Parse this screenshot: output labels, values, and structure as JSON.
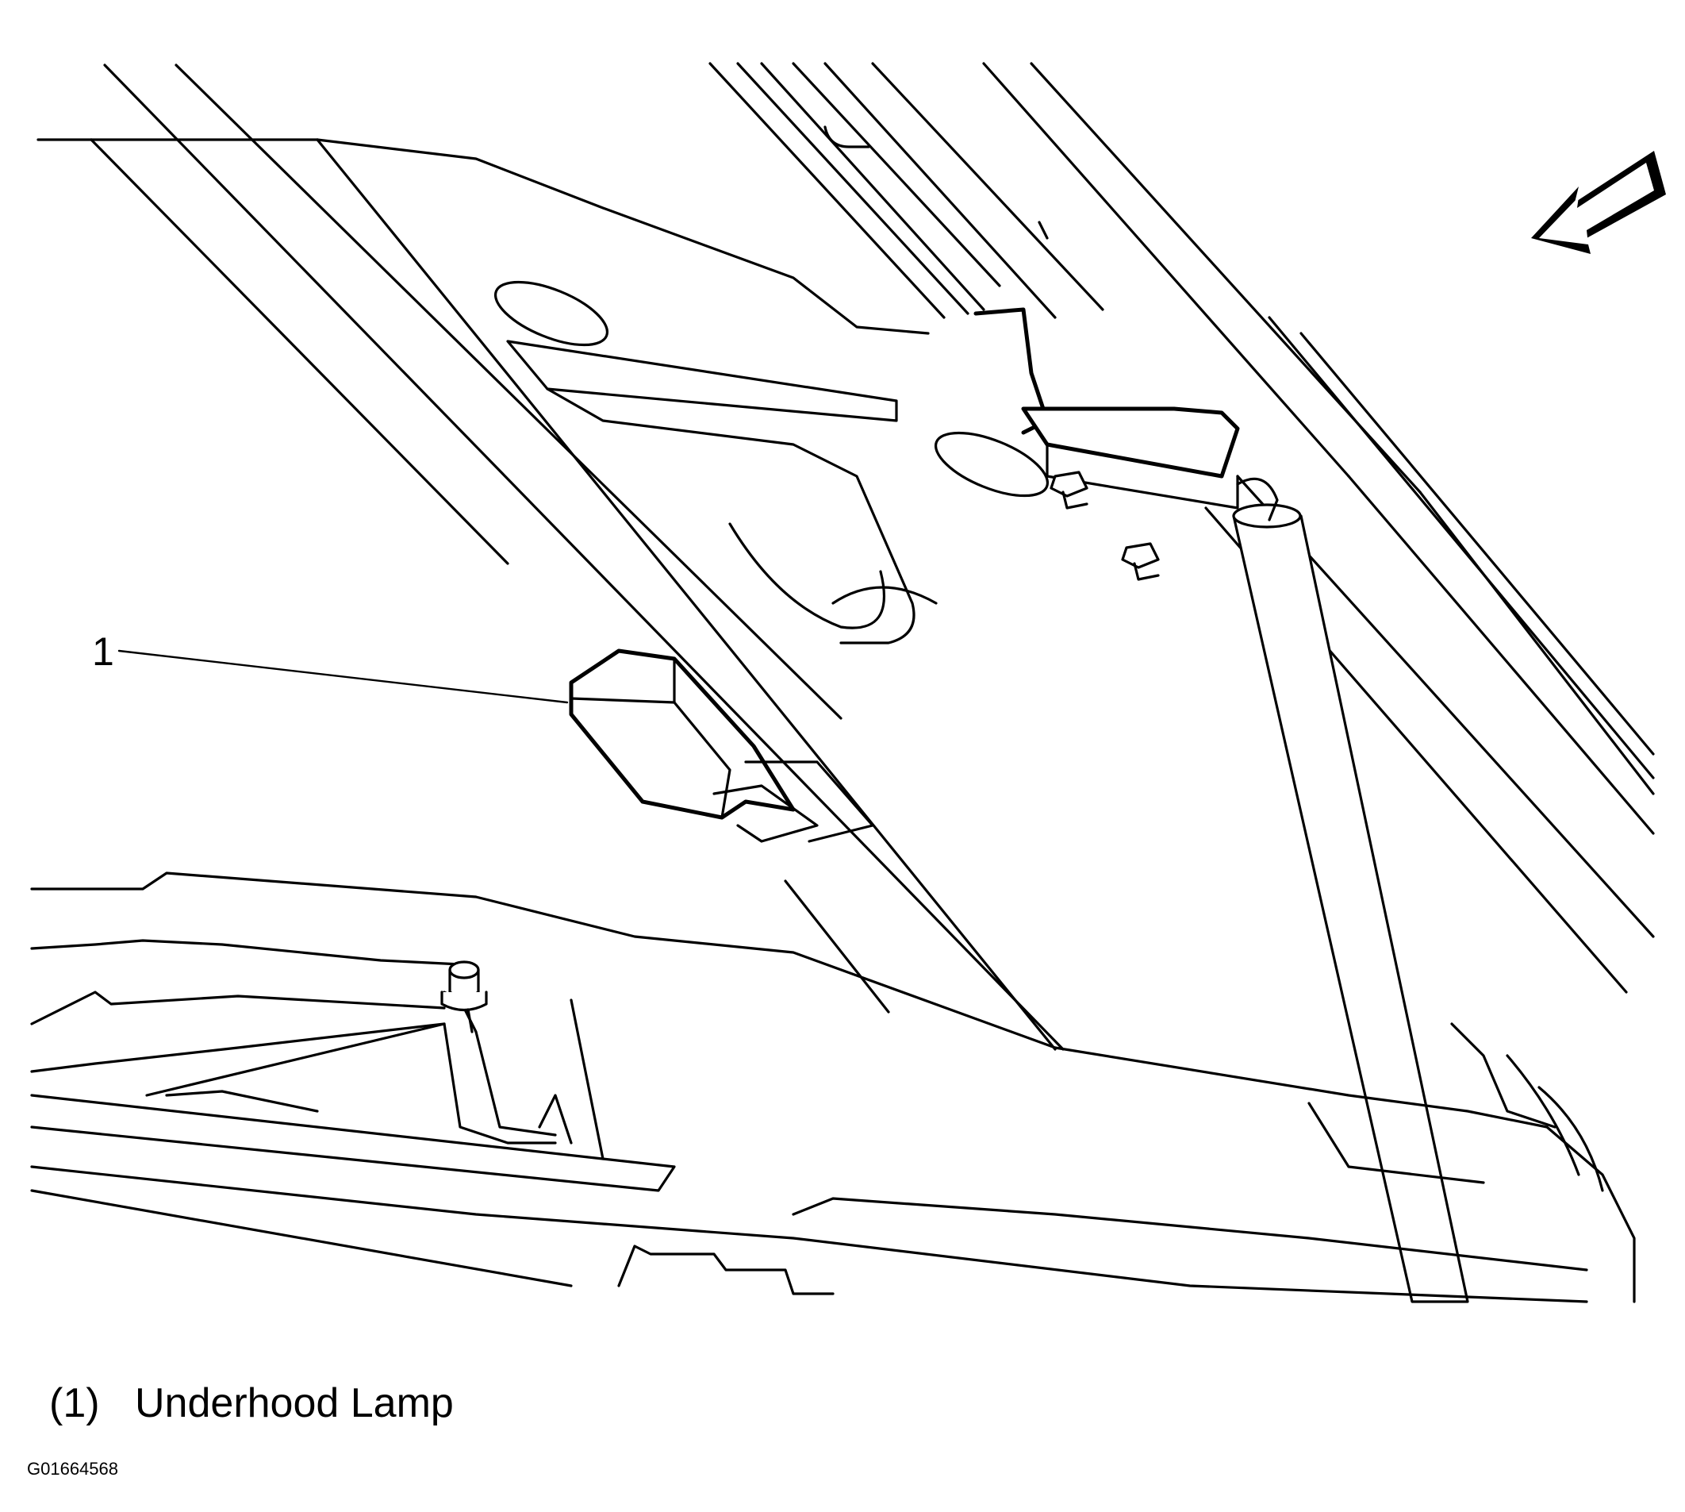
{
  "diagram": {
    "callout_label": "1",
    "legend": [
      {
        "number": "(1)",
        "label": "Underhood Lamp"
      }
    ],
    "figure_id": "G01664568",
    "icons": [
      "direction-arrow-icon"
    ]
  }
}
